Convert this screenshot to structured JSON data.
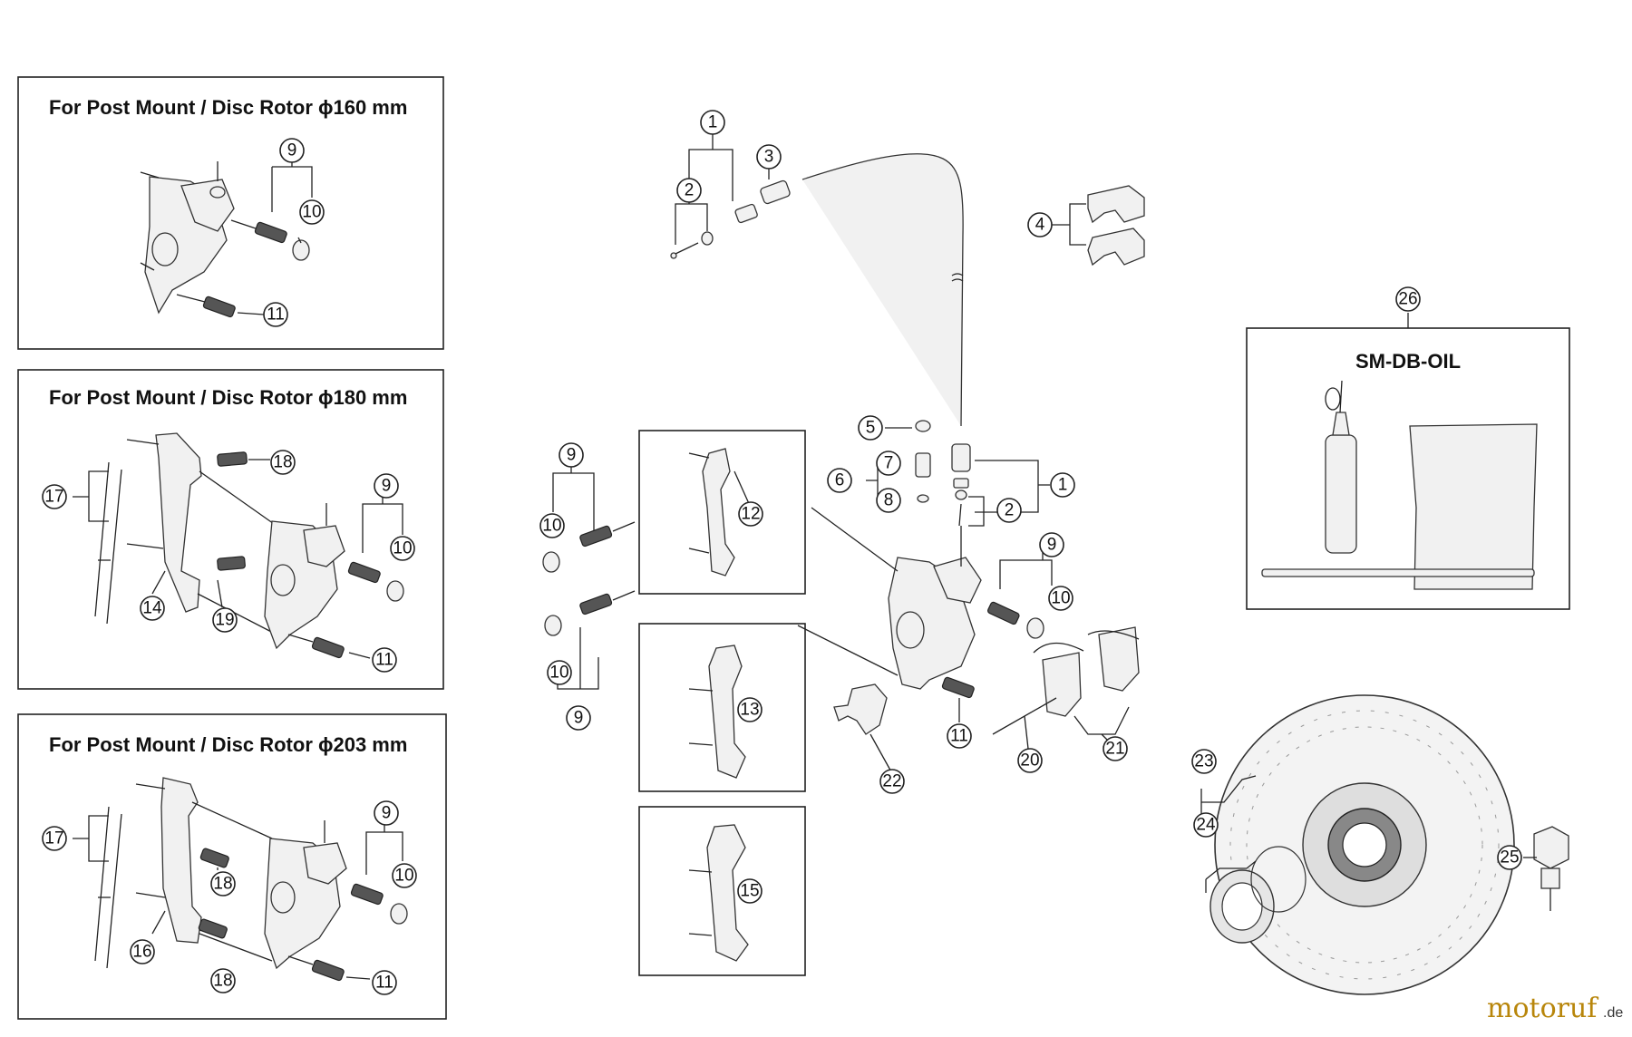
{
  "panels": {
    "p160": {
      "title": "For Post Mount / Disc Rotor ϕ160 mm"
    },
    "p180": {
      "title": "For Post Mount / Disc Rotor ϕ180 mm"
    },
    "p203": {
      "title": "For Post Mount / Disc Rotor ϕ203 mm"
    },
    "oil": {
      "title": "SM-DB-OIL"
    }
  },
  "callouts": {
    "n1": "1",
    "n2": "2",
    "n3": "3",
    "n4": "4",
    "n5": "5",
    "n6": "6",
    "n7": "7",
    "n8": "8",
    "n9": "9",
    "n10": "10",
    "n11": "11",
    "n12": "12",
    "n13": "13",
    "n14": "14",
    "n15": "15",
    "n16": "16",
    "n17": "17",
    "n18": "18",
    "n19": "19",
    "n20": "20",
    "n21": "21",
    "n22": "22",
    "n23": "23",
    "n24": "24",
    "n25": "25",
    "n26": "26"
  },
  "watermark": {
    "brand": "motoruf",
    "tld": ".de"
  }
}
